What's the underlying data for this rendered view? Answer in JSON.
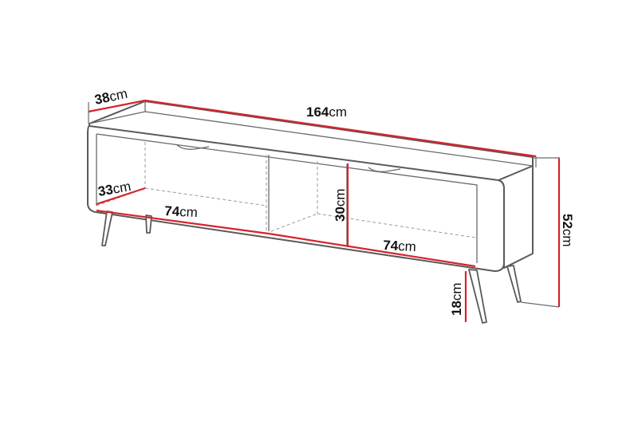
{
  "diagram": {
    "subject": "TV stand dimension drawing",
    "colors": {
      "outline": "#5a5a5a",
      "dimension_line": "#d8222a",
      "text": "#111111",
      "background": "#ffffff"
    },
    "dimensions": {
      "depth": {
        "value": "38",
        "unit": "cm"
      },
      "width": {
        "value": "164",
        "unit": "cm"
      },
      "inner_depth": {
        "value": "33",
        "unit": "cm"
      },
      "left_compartment_width": {
        "value": "74",
        "unit": "cm"
      },
      "compartment_height": {
        "value": "30",
        "unit": "cm"
      },
      "right_compartment_width": {
        "value": "74",
        "unit": "cm"
      },
      "total_height": {
        "value": "52",
        "unit": "cm"
      },
      "leg_height": {
        "value": "18",
        "unit": "cm"
      }
    }
  }
}
